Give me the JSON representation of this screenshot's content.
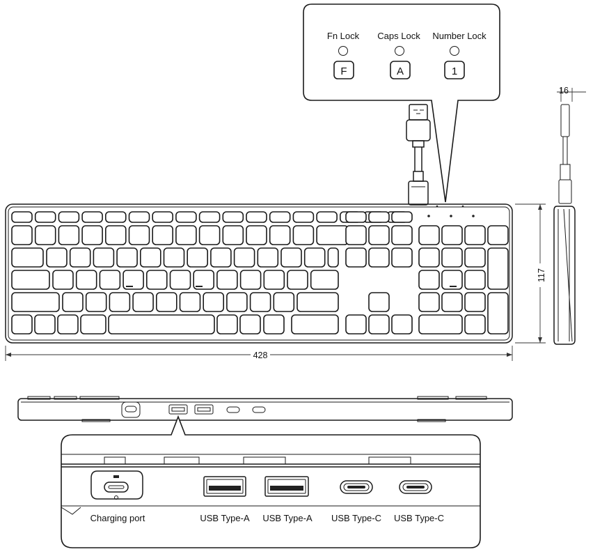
{
  "indicators": {
    "fn_lock": {
      "label": "Fn Lock",
      "key": "F"
    },
    "caps_lock": {
      "label": "Caps Lock",
      "key": "A"
    },
    "number_lock": {
      "label": "Number Lock",
      "key": "1"
    }
  },
  "dimensions": {
    "width": "428",
    "height": "117",
    "depth": "16"
  },
  "ports": [
    {
      "label": "Charging port"
    },
    {
      "label": "USB Type-A"
    },
    {
      "label": "USB Type-A"
    },
    {
      "label": "USB Type-C"
    },
    {
      "label": "USB Type-C"
    }
  ]
}
